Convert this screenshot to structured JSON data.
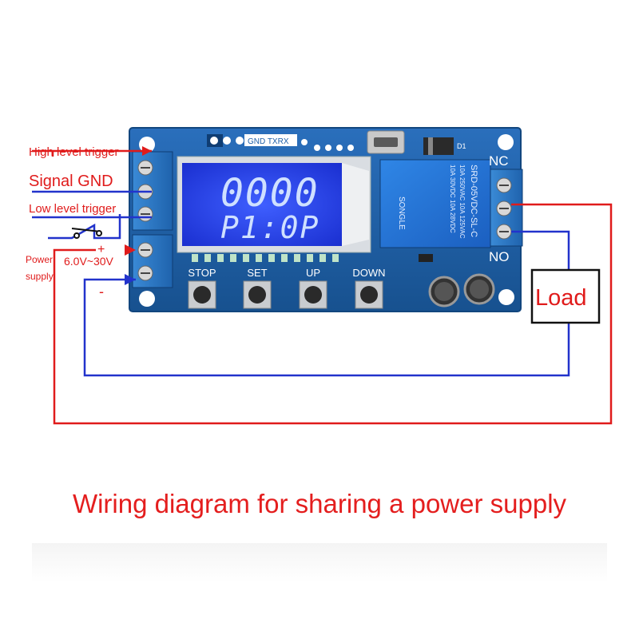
{
  "labels": {
    "high_level_trigger": "High level trigger",
    "signal_gnd": "Signal GND",
    "low_level_trigger": "Low level trigger",
    "power_supply_line1": "Power",
    "power_supply_line2": "supply",
    "voltage_range": "6.0V~30V",
    "plus": "+",
    "minus": "-"
  },
  "board": {
    "header_label": "GND TXRX",
    "d1_label": "D1",
    "nc_label": "NC",
    "no_label": "NO",
    "buttons": [
      "STOP",
      "SET",
      "UP",
      "DOWN"
    ],
    "display_line1": "0000",
    "display_line2": "P1:0P",
    "relay_text": [
      "SRD-05VDC-SL-C",
      "10A 250VAC  10A 125VAC",
      "10A 30VDC  10A 28VDC",
      "SONGLE"
    ]
  },
  "load_label": "Load",
  "caption": "Wiring diagram for sharing a power supply",
  "colors": {
    "pcb": "#1e5fa8",
    "lcd": "#1f3fe0",
    "wire_red": "#e01b1b",
    "wire_blue": "#2233cc",
    "terminal": "#2b78c8"
  }
}
